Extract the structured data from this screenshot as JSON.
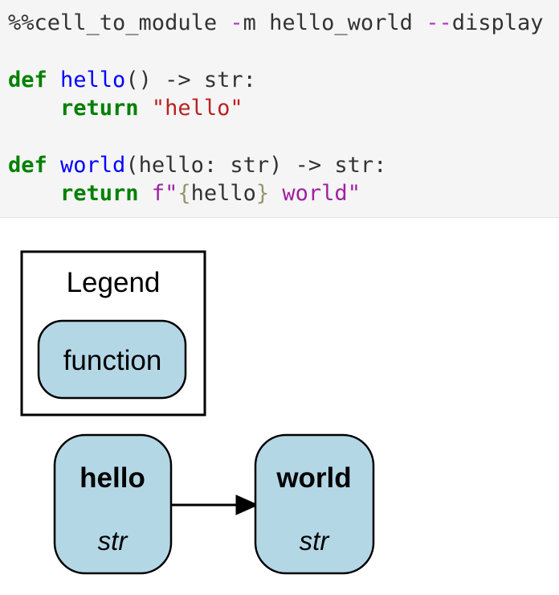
{
  "cell": {
    "lines": [
      {
        "tokens": [
          {
            "t": "%%cell_to_module "
          },
          {
            "t": "-"
          },
          {
            "t": "m hello_world "
          },
          {
            "t": "--"
          },
          {
            "t": "display"
          }
        ]
      },
      {
        "tokens": []
      },
      {
        "tokens": [
          {
            "t": "def "
          },
          {
            "t": "hello"
          },
          {
            "t": "() -> str:"
          }
        ]
      },
      {
        "tokens": [
          {
            "t": "    "
          },
          {
            "t": "return "
          },
          {
            "t": "\"hello\""
          }
        ]
      },
      {
        "tokens": []
      },
      {
        "tokens": [
          {
            "t": "def "
          },
          {
            "t": "world"
          },
          {
            "t": "(hello: str) -> str:"
          }
        ]
      },
      {
        "tokens": [
          {
            "t": "    "
          },
          {
            "t": "return "
          },
          {
            "t": "f\""
          },
          {
            "t": "{"
          },
          {
            "t": "hello"
          },
          {
            "t": "}"
          },
          {
            "t": " world\""
          }
        ]
      }
    ]
  },
  "diagram": {
    "legend": {
      "title": "Legend",
      "node_label": "function"
    },
    "nodes": [
      {
        "label": "hello",
        "type": "str"
      },
      {
        "label": "world",
        "type": "str"
      }
    ],
    "edge": {
      "from": "hello",
      "to": "world"
    }
  },
  "colors": {
    "cell_background": "#F5F5F5",
    "code_default": "#333333",
    "keyword": "#008000",
    "function_name": "#0000FF",
    "string": "#BA2121",
    "fstring": "#A020A0",
    "fstring_brace": "#969668",
    "magic_flag_dash": "#BB30C8",
    "node_fill": "#B4D7E6",
    "node_stroke": "#000000"
  }
}
